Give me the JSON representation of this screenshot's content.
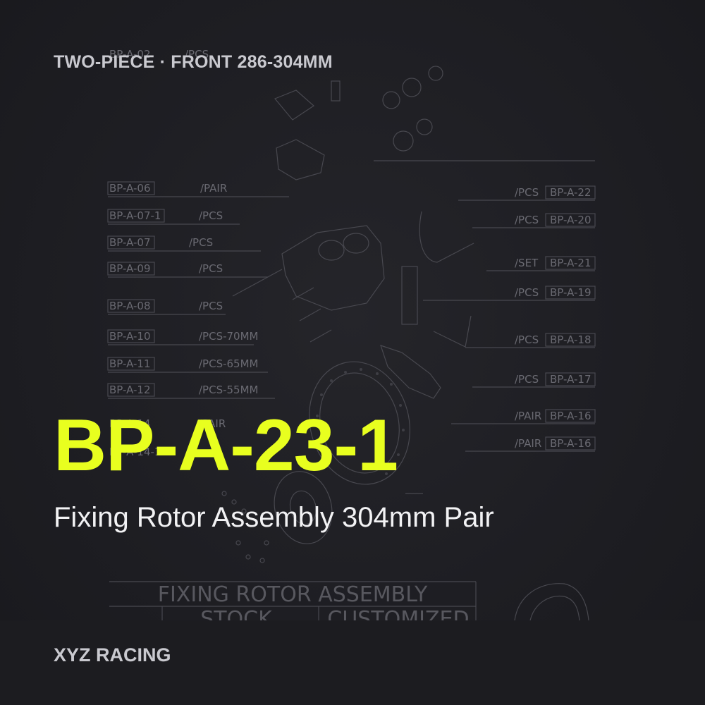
{
  "eyebrow": "TWO-PIECE · FRONT 286-304MM",
  "part_number": "BP-A-23-1",
  "description": "Fixing Rotor Assembly 304mm Pair",
  "brand": "XYZ RACING",
  "colors": {
    "background": "#1e1e23",
    "accent": "#e8ff1f",
    "diagram_line": "#4a4a52"
  },
  "diagram": {
    "left_callouts": [
      {
        "code": "BP-A-02",
        "qty": "/PCS"
      },
      {
        "code": "BP-A-06",
        "qty": "/PAIR"
      },
      {
        "code": "BP-A-07-1",
        "qty": "/PCS"
      },
      {
        "code": "BP-A-07",
        "qty": "/PCS"
      },
      {
        "code": "BP-A-09",
        "qty": "/PCS"
      },
      {
        "code": "BP-A-08",
        "qty": "/PCS"
      },
      {
        "code": "BP-A-10",
        "qty": "/PCS-70MM"
      },
      {
        "code": "BP-A-11",
        "qty": "/PCS-65MM"
      },
      {
        "code": "BP-A-12",
        "qty": "/PCS-55MM"
      },
      {
        "code": "BP-A-14",
        "qty": "/PAIR"
      },
      {
        "code": "BP-A-14-1",
        "qty": ""
      }
    ],
    "right_callouts": [
      {
        "code": "BP-A-22",
        "qty": "/PCS"
      },
      {
        "code": "BP-A-20",
        "qty": "/PCS"
      },
      {
        "code": "BP-A-21",
        "qty": "/SET"
      },
      {
        "code": "BP-A-19",
        "qty": "/PCS"
      },
      {
        "code": "BP-A-18",
        "qty": "/PCS"
      },
      {
        "code": "BP-A-17",
        "qty": "/PCS"
      },
      {
        "code": "BP-A-16",
        "qty": "/PAIR"
      },
      {
        "code": "BP-A-16",
        "qty": "/PAIR"
      }
    ],
    "table_title": "FIXING ROTOR ASSEMBLY",
    "table_col_1": "STOCK",
    "table_col_2": "CUSTOMIZED"
  }
}
